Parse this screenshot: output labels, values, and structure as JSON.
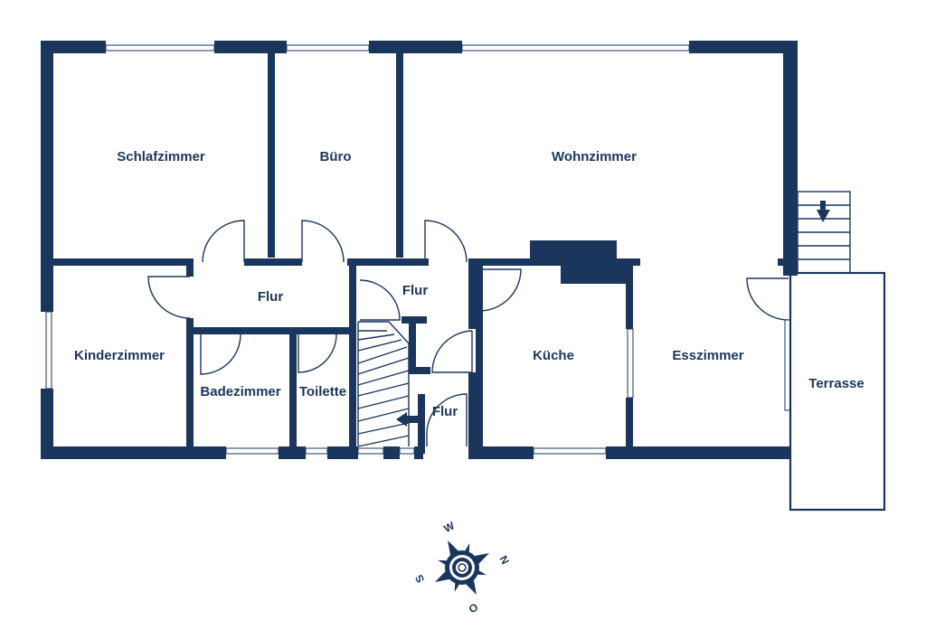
{
  "colors": {
    "wall": "#1b365d",
    "background": "#ffffff"
  },
  "rooms": {
    "schlafzimmer": "Schlafzimmer",
    "buero": "Büro",
    "wohnzimmer": "Wohnzimmer",
    "kinderzimmer": "Kinderzimmer",
    "flur_main": "Flur",
    "flur_upper": "Flur",
    "flur_lower": "Flur",
    "badezimmer": "Badezimmer",
    "toilette": "Toilette",
    "kueche": "Küche",
    "esszimmer": "Esszimmer",
    "terrasse": "Terrasse"
  },
  "compass": {
    "n": "N",
    "o": "O",
    "s": "S",
    "w": "W"
  },
  "icons": {
    "stairs_arrow": "arrow-icon",
    "compass": "compass-rose-icon"
  }
}
